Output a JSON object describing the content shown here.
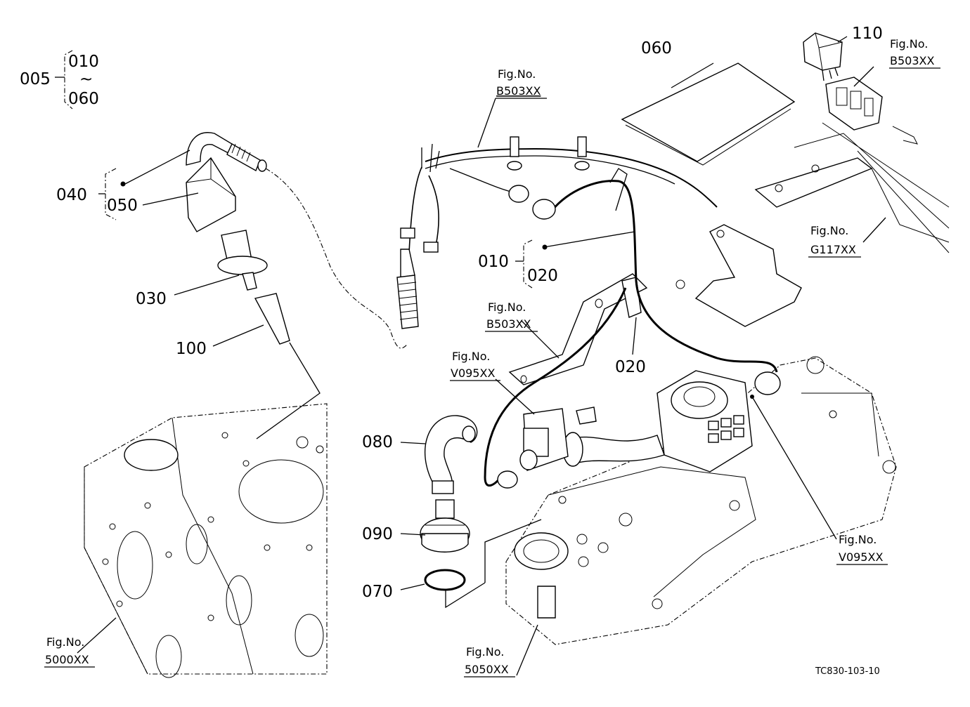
{
  "callouts": {
    "p005": "005",
    "p010a": "010",
    "p060a": "060",
    "tilde": "~",
    "p040": "040",
    "p050": "050",
    "p030": "030",
    "p100": "100",
    "p060b": "060",
    "p110": "110",
    "p010b": "010",
    "p020a": "020",
    "p020b": "020",
    "p080": "080",
    "p090": "090",
    "p070": "070"
  },
  "fig_refs": {
    "fig_label": "Fig.No.",
    "ref1": "B503XX",
    "ref2": "B503XX",
    "ref3": "B503XX",
    "ref4": "G117XX",
    "ref5": "V095XX",
    "ref6": "V095XX",
    "ref7": "5000XX",
    "ref8": "5050XX"
  },
  "drawing_code": "TC830-103-10"
}
